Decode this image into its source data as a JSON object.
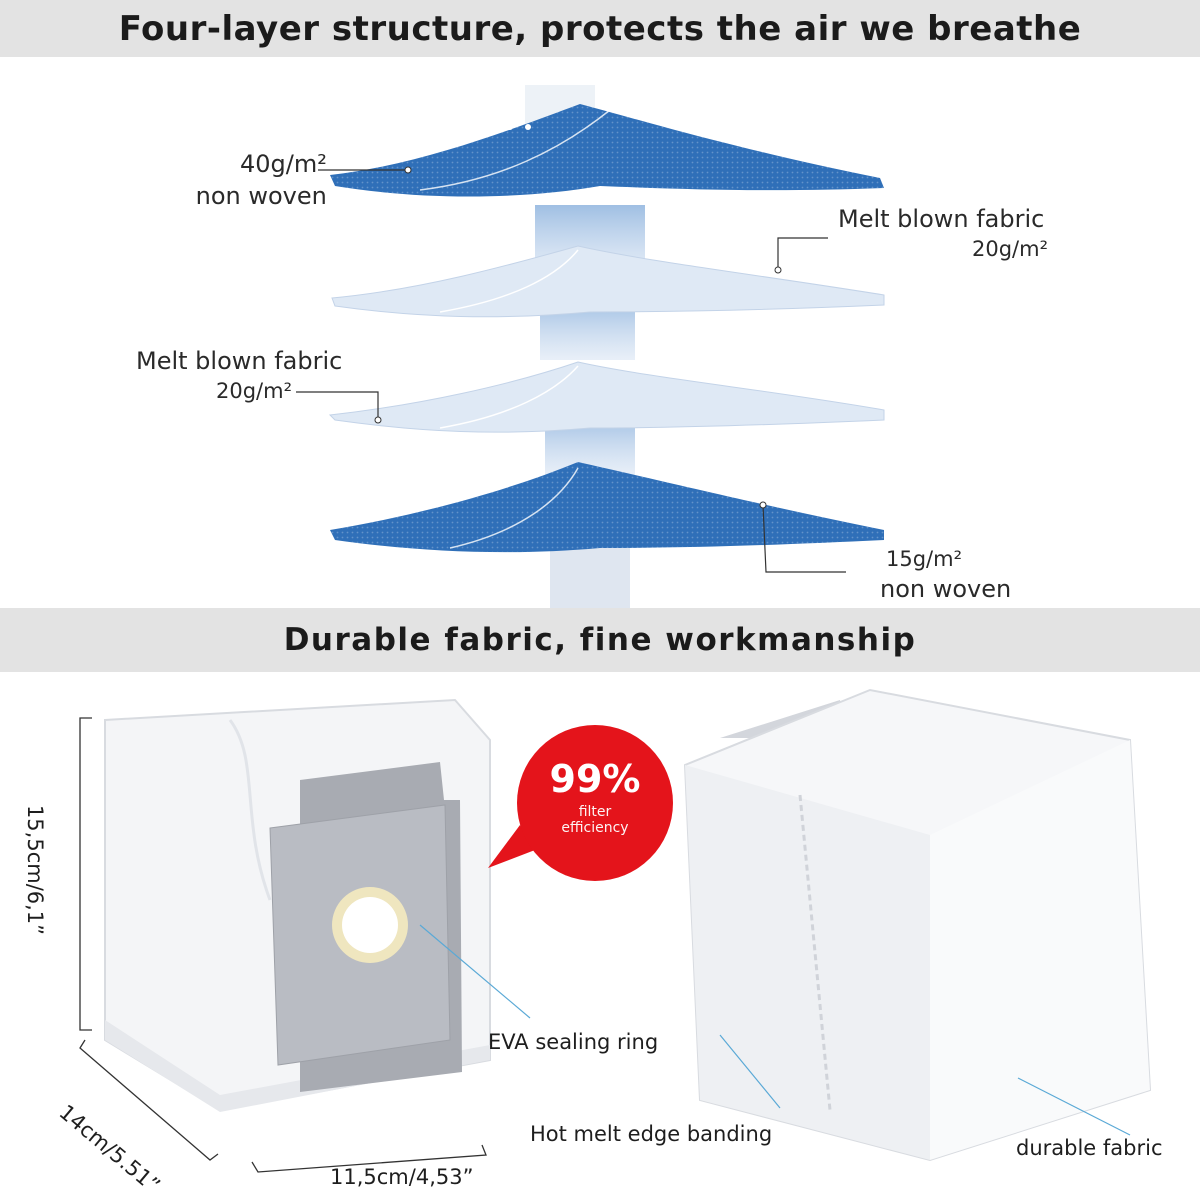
{
  "banners": {
    "top": "Four-layer structure, protects the air we breathe",
    "middle": "Durable fabric, fine workmanship"
  },
  "layers": [
    {
      "weight": "40g/m²",
      "name": "non woven",
      "color": "#2f6fb8"
    },
    {
      "name": "Melt blown fabric",
      "weight": "20g/m²",
      "color": "#dfe9f5"
    },
    {
      "name": "Melt blown fabric",
      "weight": "20g/m²",
      "color": "#dfe9f5"
    },
    {
      "weight": "15g/m²",
      "name": "non woven",
      "color": "#2f6fb8"
    }
  ],
  "badge": {
    "percent": "99%",
    "caption": "filter efficiency",
    "color": "#e4141b"
  },
  "dimensions": {
    "height": "15,5cm/6,1”",
    "depth": "14cm/5.51”",
    "width": "11,5cm/4,53”"
  },
  "callouts": {
    "eva": "EVA sealing ring",
    "edge": "Hot melt edge banding",
    "fabric": "durable fabric"
  }
}
